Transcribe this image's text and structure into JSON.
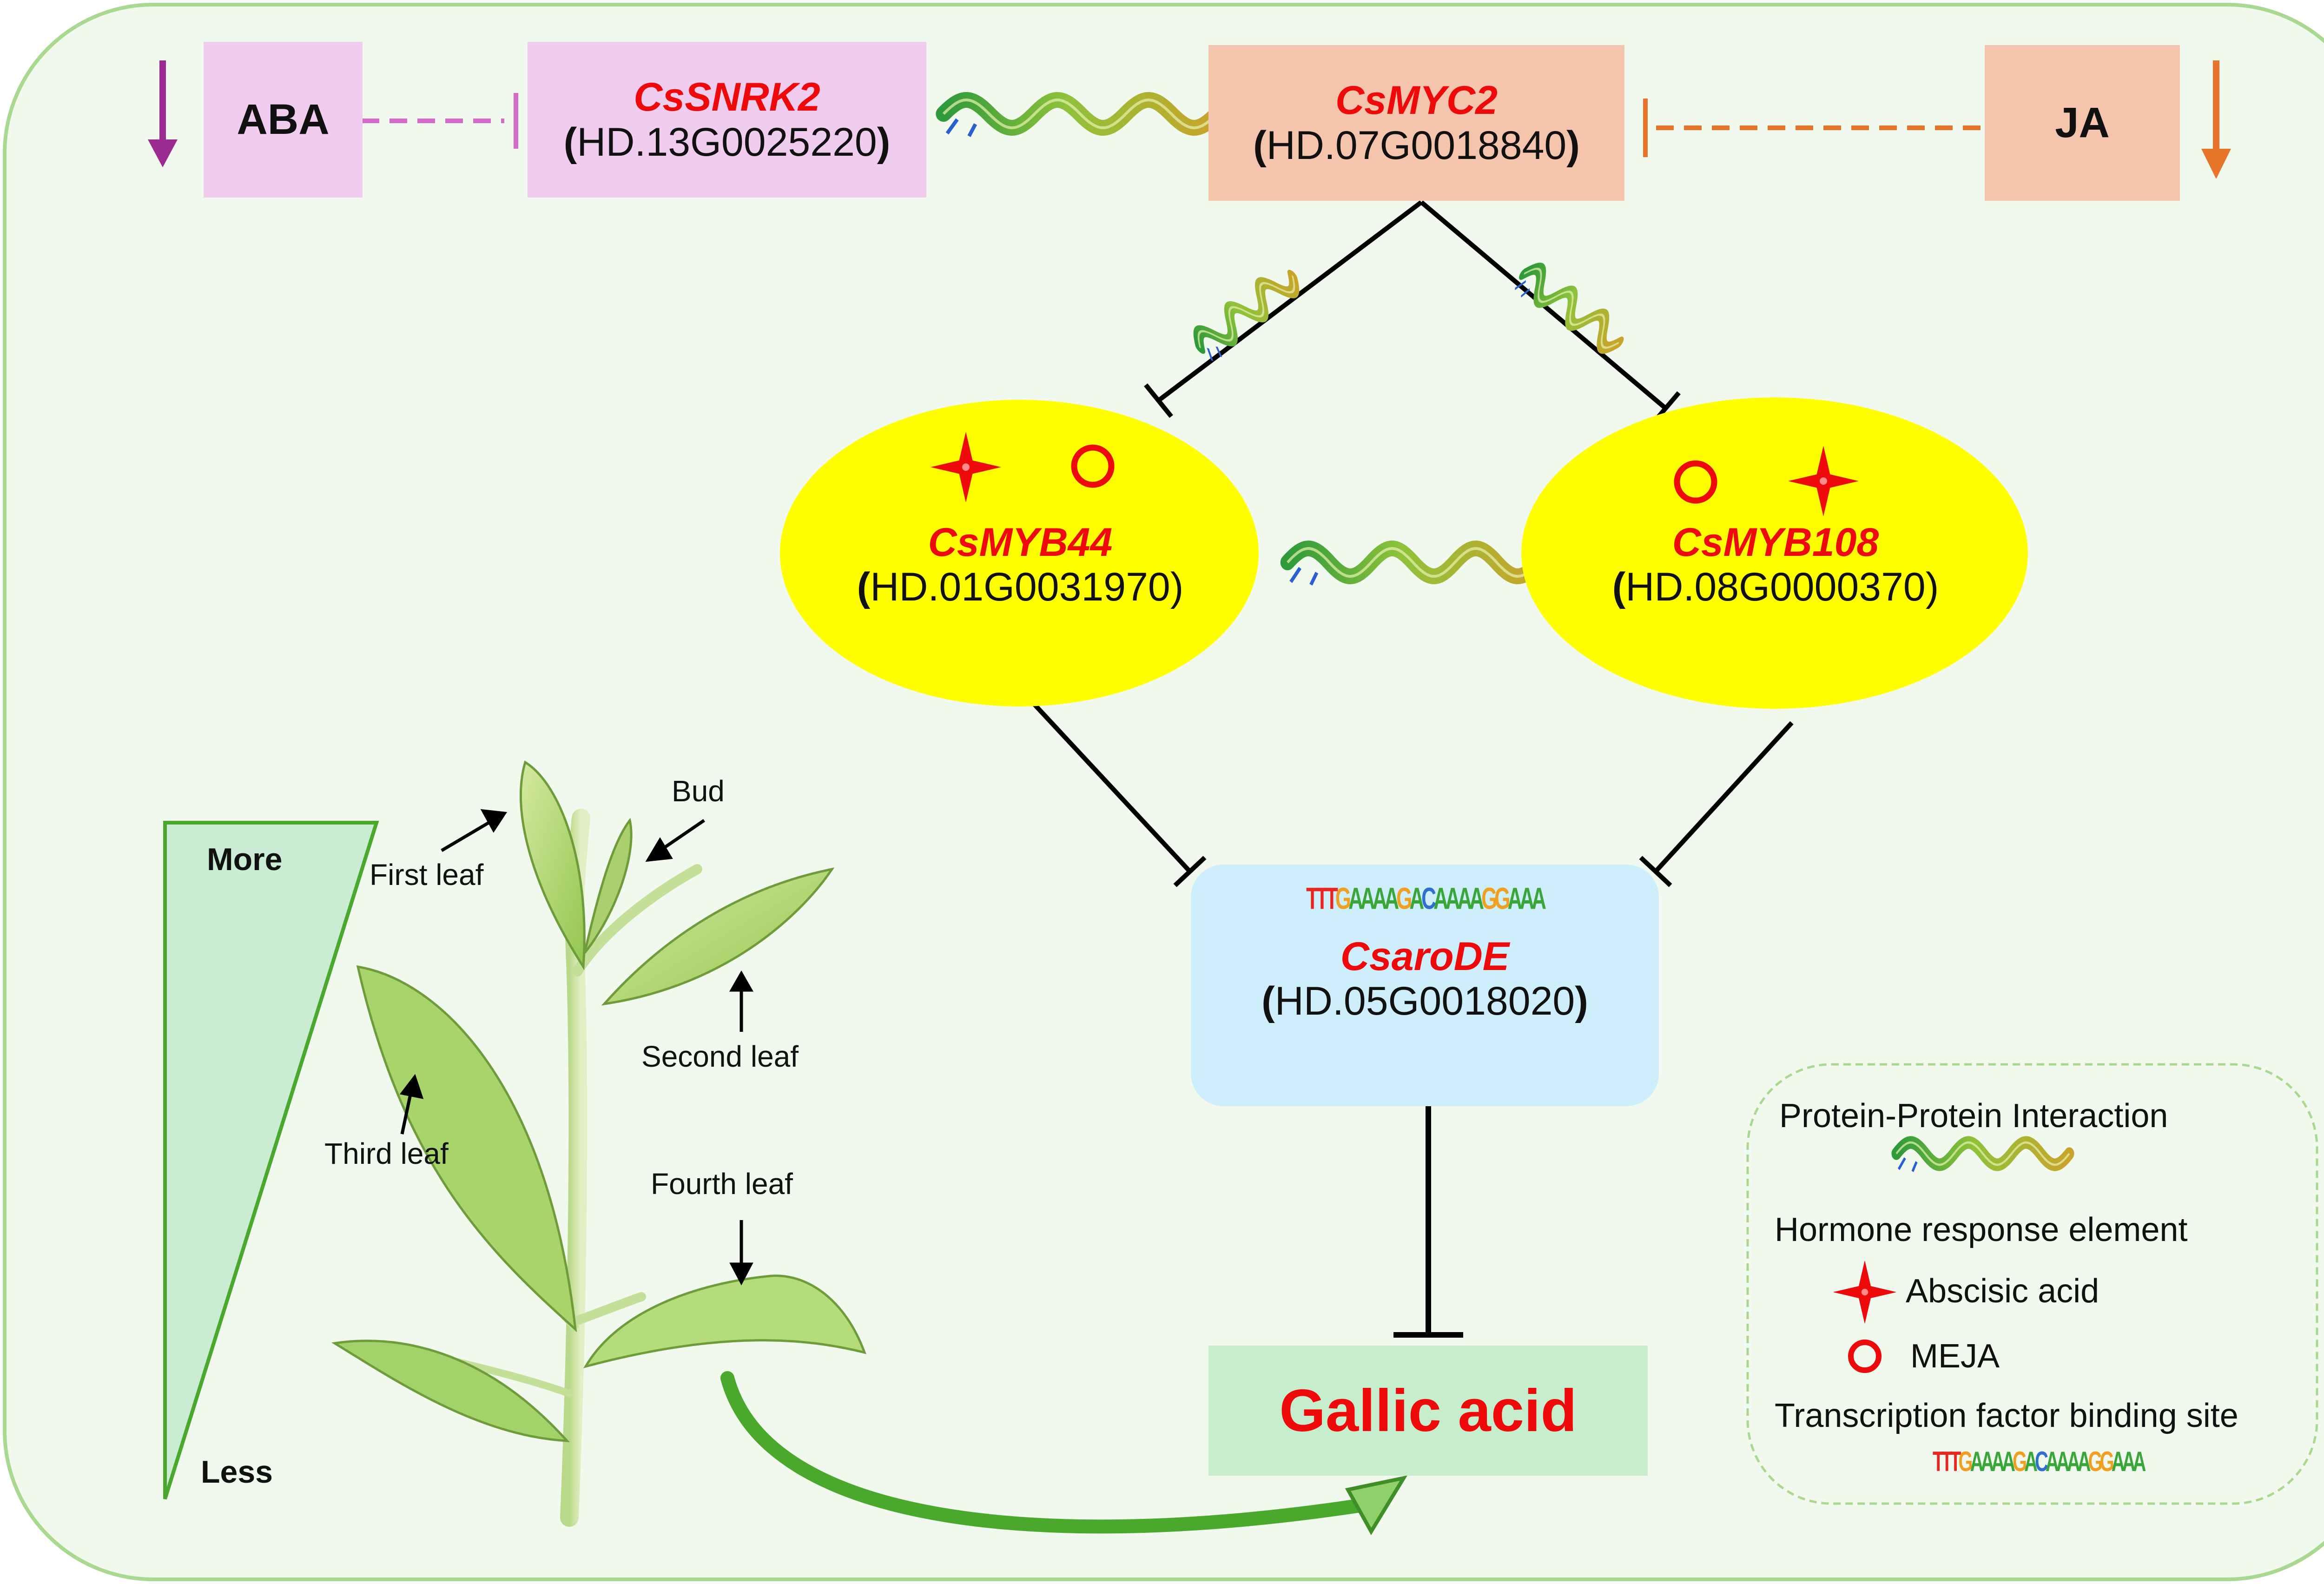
{
  "hormones": {
    "aba": "ABA",
    "ja": "JA"
  },
  "genes": {
    "snrk2": {
      "name": "CsSNRK2",
      "id": "HD.13G0025220"
    },
    "myc2": {
      "name": "CsMYC2",
      "id": "HD.07G0018840"
    },
    "myb44": {
      "name": "CsMYB44",
      "id": "HD.01G0031970"
    },
    "myb108": {
      "name": "CsMYB108",
      "id": "HD.08G0000370"
    },
    "arode": {
      "name": "CsaroDE",
      "id": "HD.05G0018020"
    }
  },
  "motif": "TTTGAAAAGACAAAAGGAAA",
  "product": "Gallic acid",
  "gradient": {
    "top": "More",
    "bottom": "Less"
  },
  "leaf_labels": {
    "bud": "Bud",
    "first": "First leaf",
    "second": "Second leaf",
    "third": "Third leaf",
    "fourth": "Fourth leaf"
  },
  "legend": {
    "ppi": "Protein-Protein Interaction",
    "hre": "Hormone response element",
    "aba": "Abscisic acid",
    "meja": "MEJA",
    "tfbs": "Transcription factor binding site"
  },
  "colors": {
    "frame_border": "#a9d88f",
    "frame_fill": "#f1f9ee",
    "aba_fill": "#f0cdee",
    "ja_fill": "#f4c4ad",
    "myb_fill": "#ffff00",
    "arode_fill": "#cdeefa",
    "gallic_fill": "#c6eecd",
    "accent_red": "#ee0a0a",
    "aba_arrow": "#9b2b90",
    "ja_arrow": "#e8742a"
  }
}
